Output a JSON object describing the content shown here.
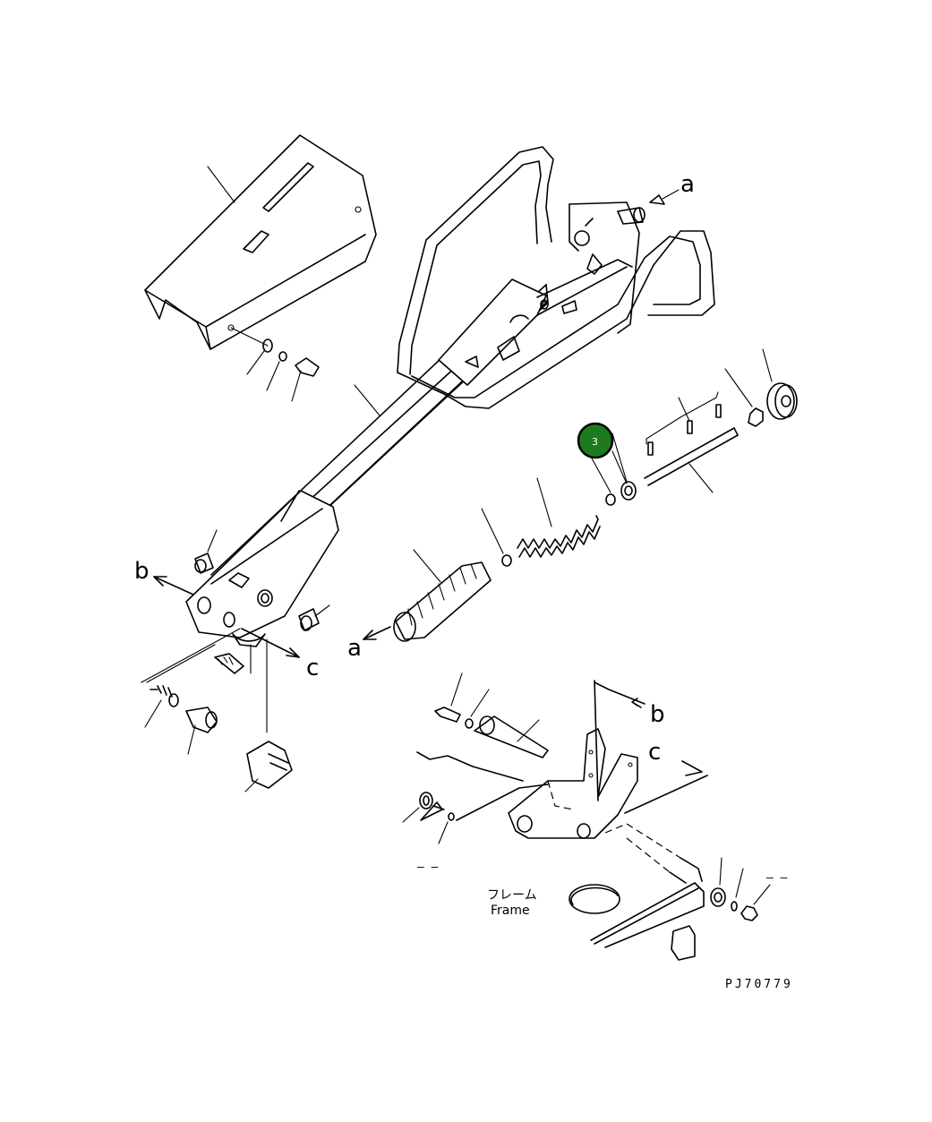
{
  "reference_labels": {
    "a_top": "a",
    "a_bottom": "a",
    "b_left": "b",
    "b_right": "b",
    "c_left": "c",
    "c_right": "c"
  },
  "frame_label": {
    "japanese": "フレーム",
    "english": "Frame"
  },
  "placeholders": {
    "left_lower": "– –",
    "right_lower": "– –"
  },
  "drawing_number": "PJ70779",
  "callout": {
    "number": "3",
    "color": "#1e7a1e",
    "border_color": "#000000"
  }
}
